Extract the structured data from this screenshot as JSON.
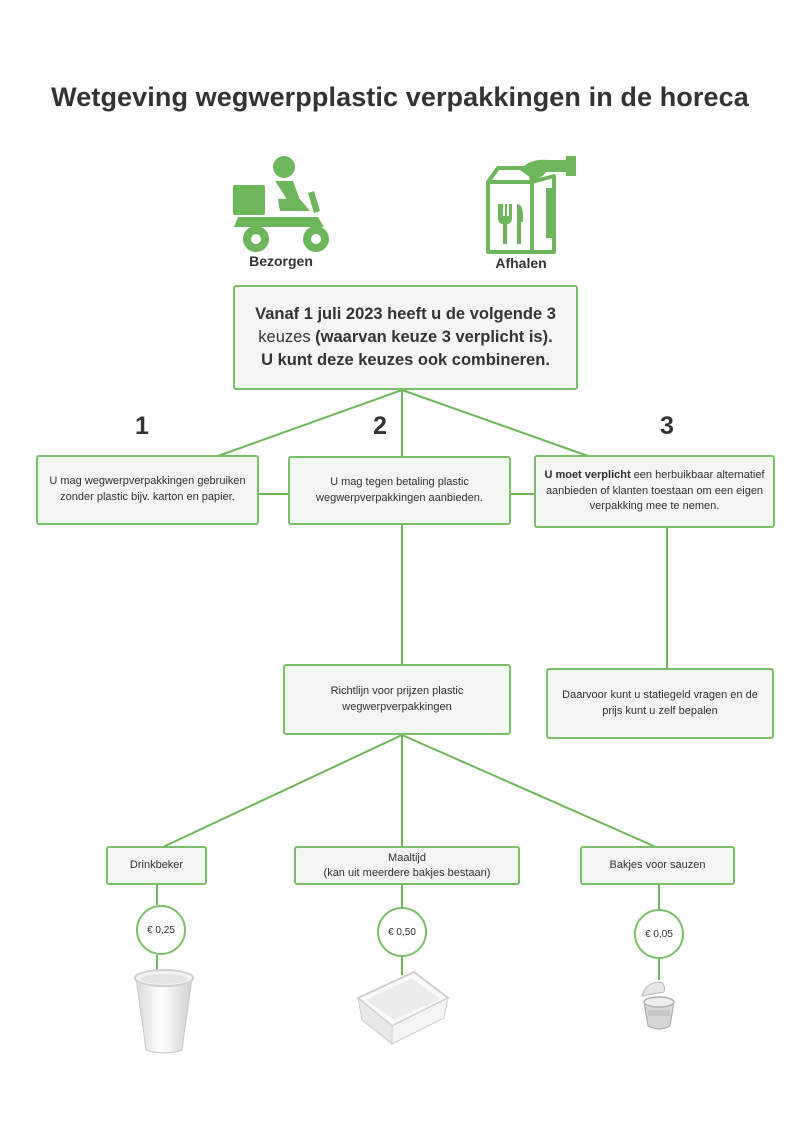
{
  "title": "Wetgeving wegwerpplastic verpakkingen in de horeca",
  "icons": {
    "delivery": {
      "name": "scooter-delivery-icon",
      "label": "Bezorgen"
    },
    "takeaway": {
      "name": "takeaway-bag-icon",
      "label": "Afhalen"
    }
  },
  "main_box": {
    "line1": "Vanaf 1 juli 2023 heeft u de volgende 3",
    "line2_plain": "keuzes ",
    "line2_bold": "(waarvan keuze 3 verplicht is).",
    "line3": "U kunt deze keuzes ook combineren."
  },
  "options": [
    {
      "number": "1",
      "text": "U mag wegwerpverpakkingen gebruiken zonder plastic bijv. karton en papier."
    },
    {
      "number": "2",
      "text": "U mag tegen betaling plastic wegwerpverpakkingen aanbieden."
    },
    {
      "number": "3",
      "text_bold": "U moet verplicht",
      "text": " een herbuikbaar alternatief aanbieden of klanten toestaan om een eigen verpakking mee te nemen."
    }
  ],
  "guideline_box": "Richtlijn voor prijzen plastic wegwerpverpakkingen",
  "deposit_box": "Daarvoor kunt u statiegeld vragen en de prijs kunt u zelf bepalen",
  "products": [
    {
      "label": "Drinkbeker",
      "price": "€ 0,25",
      "icon": "cup-icon"
    },
    {
      "label": "Maaltijd",
      "sublabel": "(kan uit meerdere bakjes bestaan)",
      "price": "€ 0,50",
      "icon": "meal-tray-icon"
    },
    {
      "label": "Bakjes voor sauzen",
      "price": "€ 0,05",
      "icon": "sauce-cup-icon"
    }
  ],
  "colors": {
    "accent": "#6db65b",
    "box_fill": "#f3f7f1",
    "text": "#333333"
  }
}
